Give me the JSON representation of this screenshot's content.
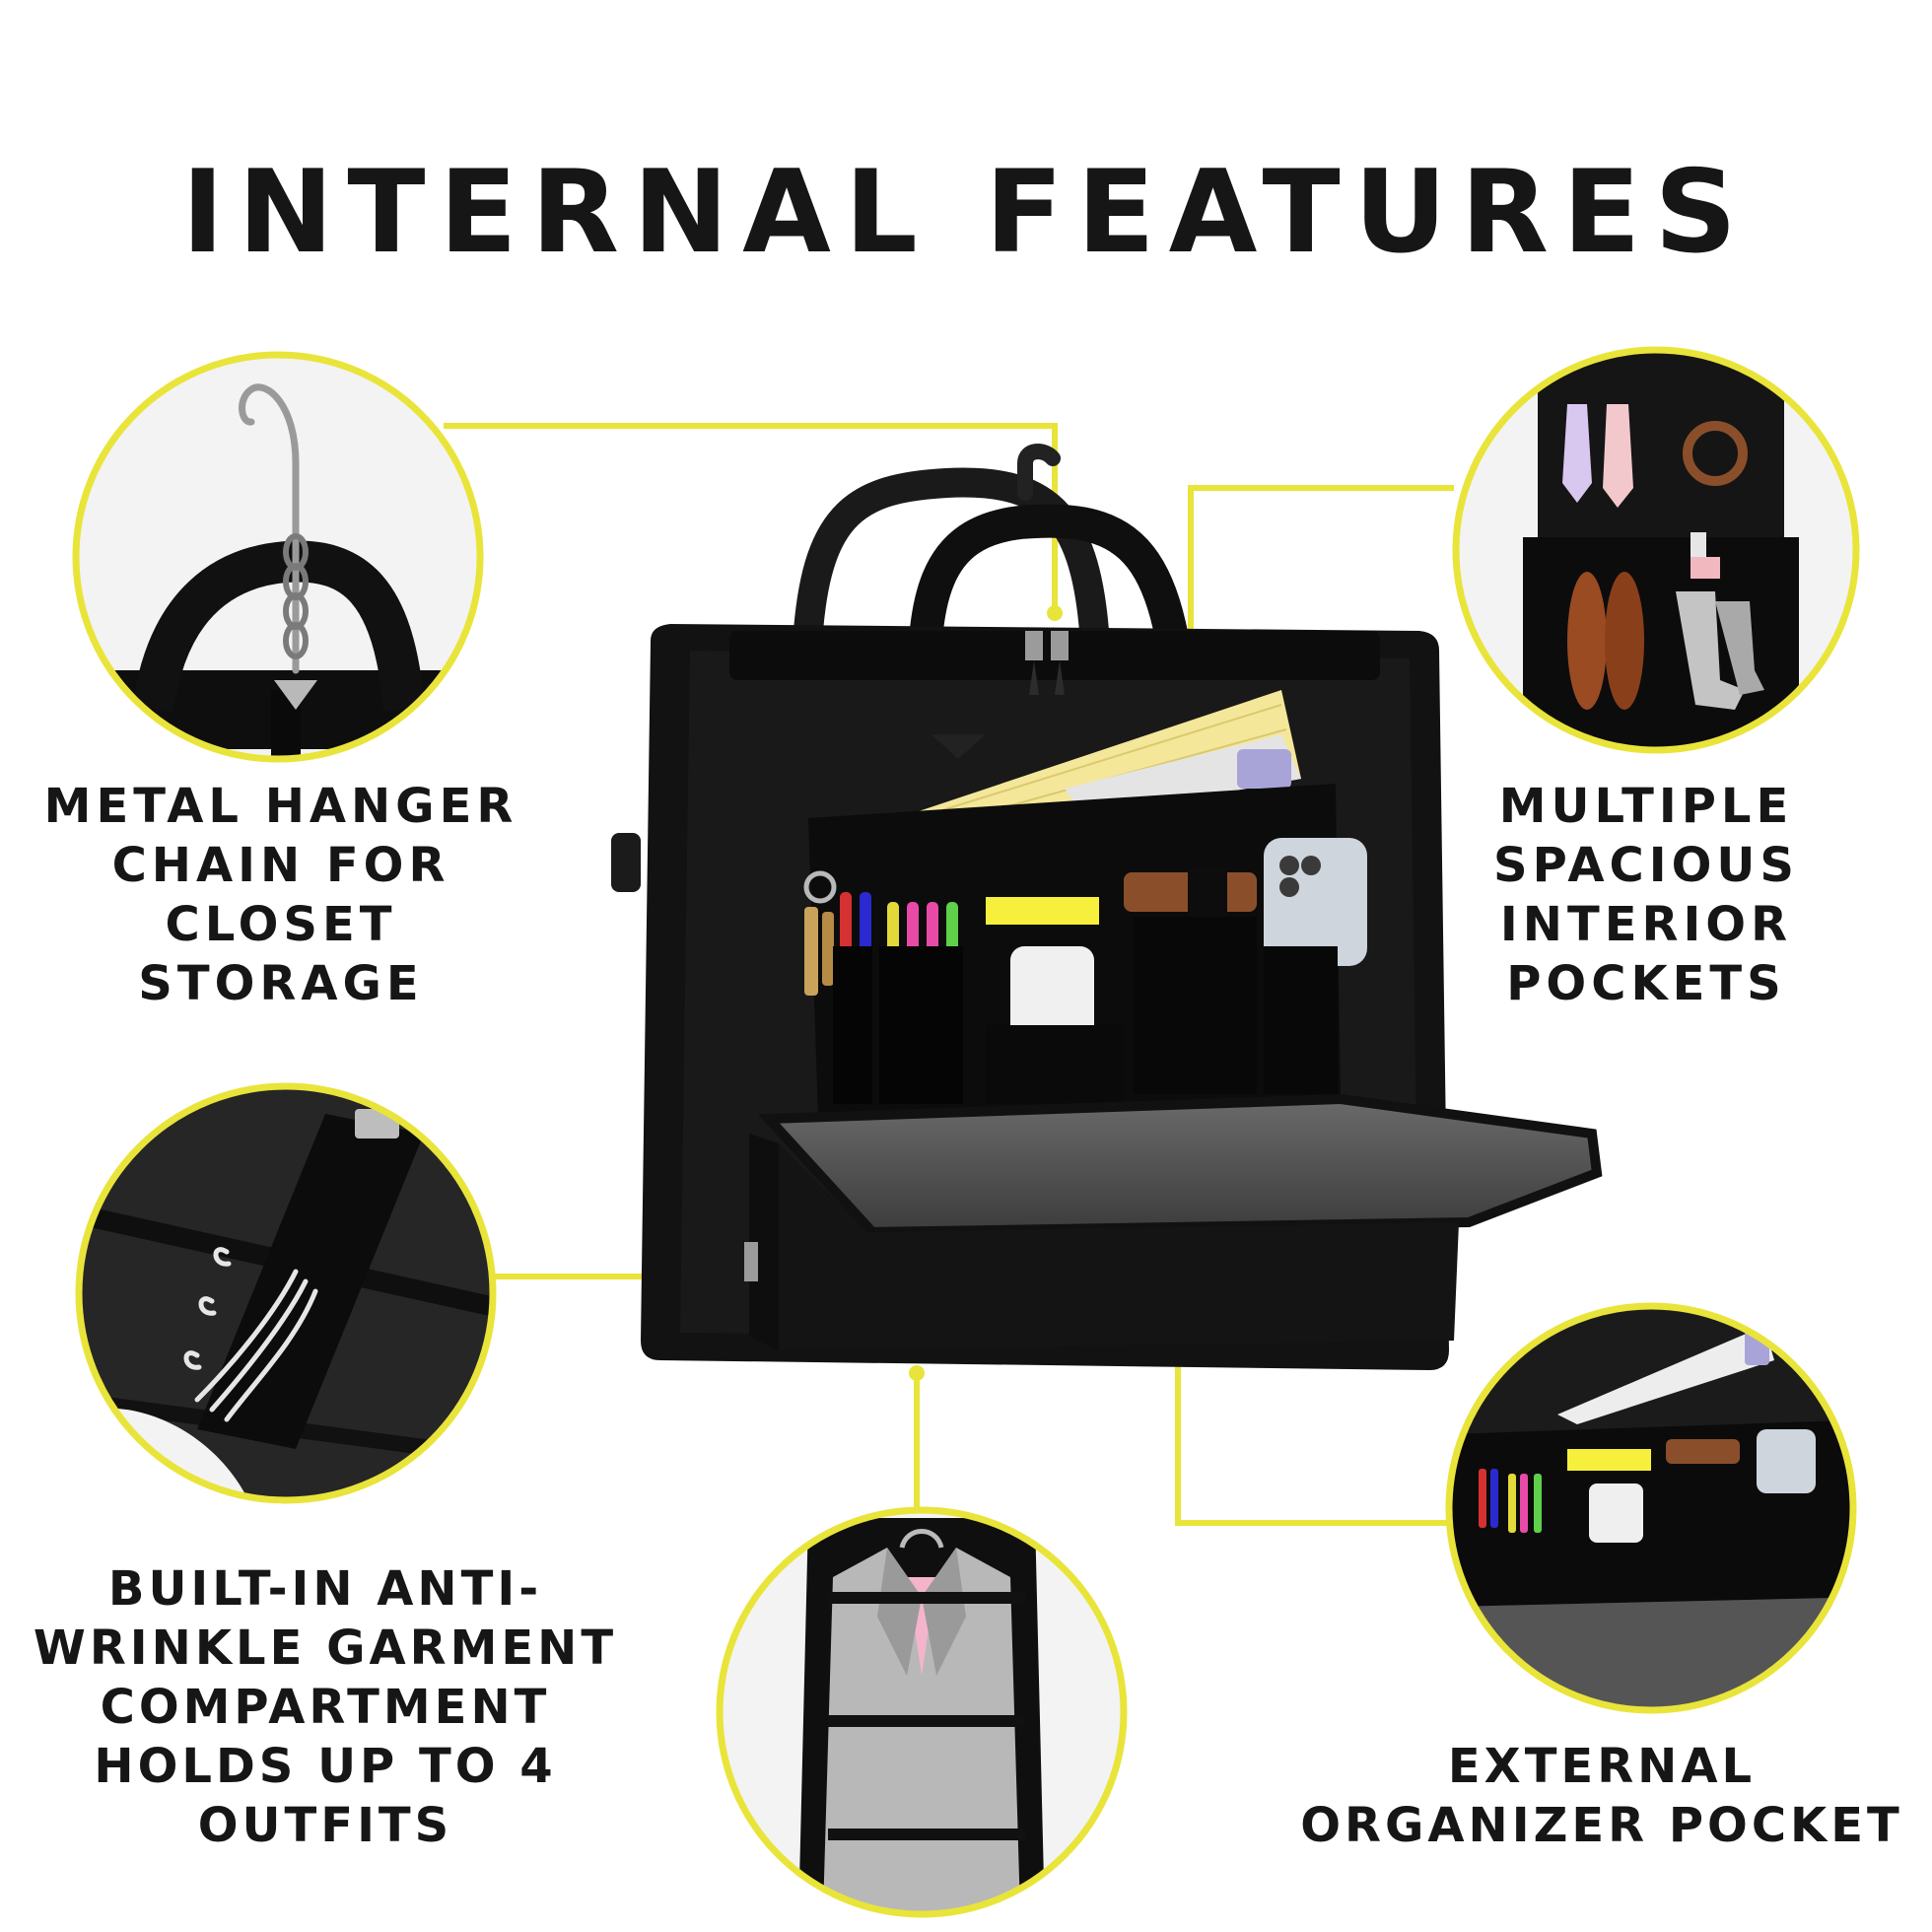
{
  "title": "INTERNAL FEATURES",
  "features": [
    {
      "id": "hanger",
      "caption": "METAL HANGER\nCHAIN FOR\nCLOSET\nSTORAGE"
    },
    {
      "id": "pockets",
      "caption": "MULTIPLE\nSPACIOUS\nINTERIOR\nPOCKETS"
    },
    {
      "id": "garment",
      "caption": "BUILT-IN ANTI-\nWRINKLE GARMENT\nCOMPARTMENT\nHOLDS UP TO 4\nOUTFITS"
    },
    {
      "id": "organizer",
      "caption": "EXTERNAL\nORGANIZER POCKET"
    }
  ],
  "colors": {
    "accent": "#e9e43a",
    "text": "#161616",
    "bag": "#111111",
    "lining": "#5b5b5b",
    "legal_pad": "#f4e79a",
    "sticky_note": "#f6f03c"
  },
  "icons": [
    "hanger-icon",
    "zipper-icon",
    "pen-icon",
    "phone-icon",
    "key-icon",
    "shoe-icon",
    "sock-icon",
    "tie-icon",
    "suit-jacket-icon"
  ]
}
